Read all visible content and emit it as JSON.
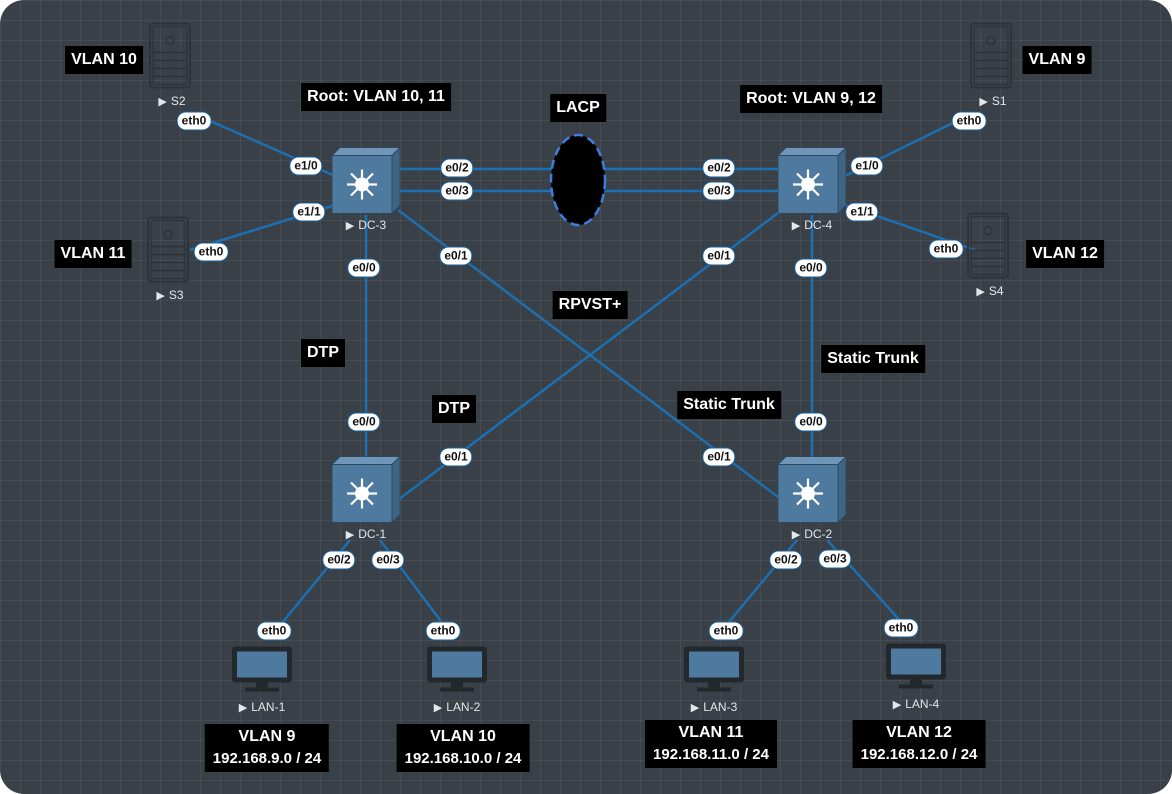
{
  "colors": {
    "background": "#3a4047",
    "link": "#1b6fb3",
    "label_bg": "#000000"
  },
  "devices": {
    "dc3": {
      "name": "DC-3",
      "icon": "l3-switch-icon"
    },
    "dc4": {
      "name": "DC-4",
      "icon": "l3-switch-icon"
    },
    "dc1": {
      "name": "DC-1",
      "icon": "l3-switch-icon"
    },
    "dc2": {
      "name": "DC-2",
      "icon": "l3-switch-icon"
    },
    "s1": {
      "name": "S1",
      "icon": "server-icon"
    },
    "s2": {
      "name": "S2",
      "icon": "server-icon"
    },
    "s3": {
      "name": "S3",
      "icon": "server-icon"
    },
    "s4": {
      "name": "S4",
      "icon": "server-icon"
    },
    "lan1": {
      "name": "LAN-1",
      "icon": "monitor-icon"
    },
    "lan2": {
      "name": "LAN-2",
      "icon": "monitor-icon"
    },
    "lan3": {
      "name": "LAN-3",
      "icon": "monitor-icon"
    },
    "lan4": {
      "name": "LAN-4",
      "icon": "monitor-icon"
    }
  },
  "labels": {
    "vlan10_s2": "VLAN 10",
    "vlan11_s3": "VLAN 11",
    "vlan9_s1": "VLAN 9",
    "vlan12_s4": "VLAN 12",
    "root_dc3": "Root: VLAN 10, 11",
    "root_dc4": "Root: VLAN 9, 12",
    "lacp": "LACP",
    "rpvst": "RPVST+",
    "dtp_left": "DTP",
    "dtp_mid": "DTP",
    "static_trunk_right": "Static Trunk",
    "static_trunk_mid": "Static Trunk",
    "lan1_vlan": "VLAN 9",
    "lan1_net": "192.168.9.0 / 24",
    "lan2_vlan": "VLAN 10",
    "lan2_net": "192.168.10.0 / 24",
    "lan3_vlan": "VLAN 11",
    "lan3_net": "192.168.11.0 / 24",
    "lan4_vlan": "VLAN 12",
    "lan4_net": "192.168.12.0 / 24"
  },
  "interfaces": {
    "s2_eth0": "eth0",
    "dc3_e1_0": "e1/0",
    "dc3_e1_1": "e1/1",
    "s3_eth0": "eth0",
    "dc3_e0_2": "e0/2",
    "dc3_e0_3": "e0/3",
    "dc4_e0_2": "e0/2",
    "dc4_e0_3": "e0/3",
    "dc4_e1_0": "e1/0",
    "s1_eth0": "eth0",
    "dc4_e1_1": "e1/1",
    "s4_eth0": "eth0",
    "dc3_e0_0": "e0/0",
    "dc3_e0_1": "e0/1",
    "dc4_e0_1": "e0/1",
    "dc4_e0_0": "e0/0",
    "dc1_e0_0": "e0/0",
    "dc1_e0_1": "e0/1",
    "dc2_e0_1": "e0/1",
    "dc2_e0_0": "e0/0",
    "dc1_e0_2": "e0/2",
    "dc1_e0_3": "e0/3",
    "dc2_e0_2": "e0/2",
    "dc2_e0_3": "e0/3",
    "lan1_eth0": "eth0",
    "lan2_eth0": "eth0",
    "lan3_eth0": "eth0",
    "lan4_eth0": "eth0"
  }
}
